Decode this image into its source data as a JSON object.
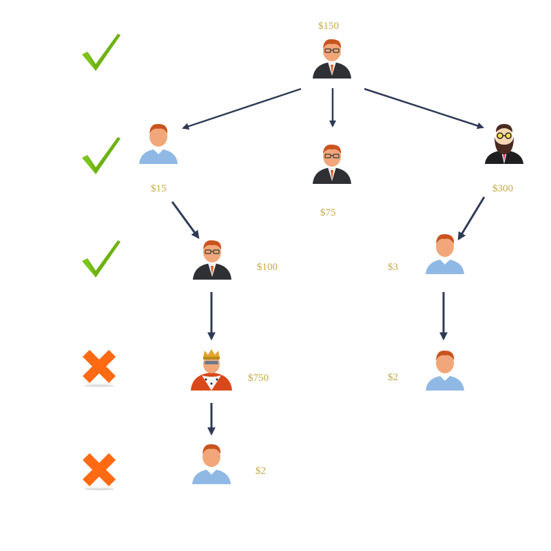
{
  "colors": {
    "label": "#c4a842",
    "arrow": "#2e3a55",
    "check": "#7cc417",
    "cross": "#ff6a12",
    "skin": "#f1a77a",
    "hair": "#c9531f",
    "suit": "#2f3034",
    "shirt": "#8fb8e4",
    "tie": "#e2551b",
    "king_robe": "#d9481b"
  },
  "people": {
    "root": {
      "amount": "$150",
      "icon": "businessman-icon"
    },
    "left": {
      "amount": "$15",
      "icon": "casual-man-icon"
    },
    "middle": {
      "amount": "$75",
      "icon": "businessman-icon"
    },
    "right": {
      "amount": "$300",
      "icon": "bearded-hipster-icon"
    },
    "left_child": {
      "amount": "$100",
      "icon": "businessman-icon"
    },
    "right_child": {
      "amount": "$3",
      "icon": "casual-man-icon"
    },
    "left_grandchild": {
      "amount": "$750",
      "icon": "king-icon"
    },
    "right_grandchild": {
      "amount": "$2",
      "icon": "casual-man-icon"
    },
    "left_great_grandchild": {
      "amount": "$2",
      "icon": "casual-man-icon"
    }
  },
  "levels": [
    {
      "status": "check",
      "icon": "checkmark-icon"
    },
    {
      "status": "check",
      "icon": "checkmark-icon"
    },
    {
      "status": "check",
      "icon": "checkmark-icon"
    },
    {
      "status": "cross",
      "icon": "cross-icon"
    },
    {
      "status": "cross",
      "icon": "cross-icon"
    }
  ]
}
